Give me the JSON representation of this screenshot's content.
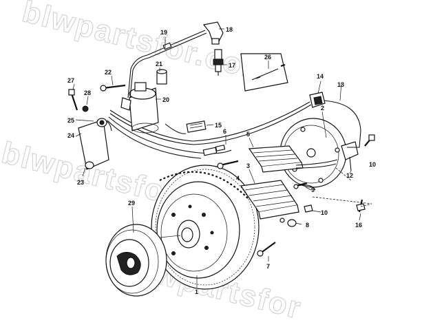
{
  "watermark": {
    "line1": "blwpartsfor.com",
    "line2": "blwpartsfor.com",
    "line3": "blwpartsfor"
  },
  "callouts": {
    "c1": "1",
    "c2": "2",
    "c3": "3",
    "c4": "4",
    "c5": "5",
    "c6": "6",
    "c7": "7",
    "c8": "8",
    "c9": "9",
    "c10a": "10",
    "c10b": "10",
    "c12": "12",
    "c13": "13",
    "c14": "14",
    "c15": "15",
    "c16": "16",
    "c17": "17",
    "c18": "18",
    "c19": "19",
    "c20": "20",
    "c21": "21",
    "c22": "22",
    "c23": "23",
    "c24": "24",
    "c25": "25",
    "c26": "26",
    "c27": "27",
    "c28": "28",
    "c29": "29"
  }
}
